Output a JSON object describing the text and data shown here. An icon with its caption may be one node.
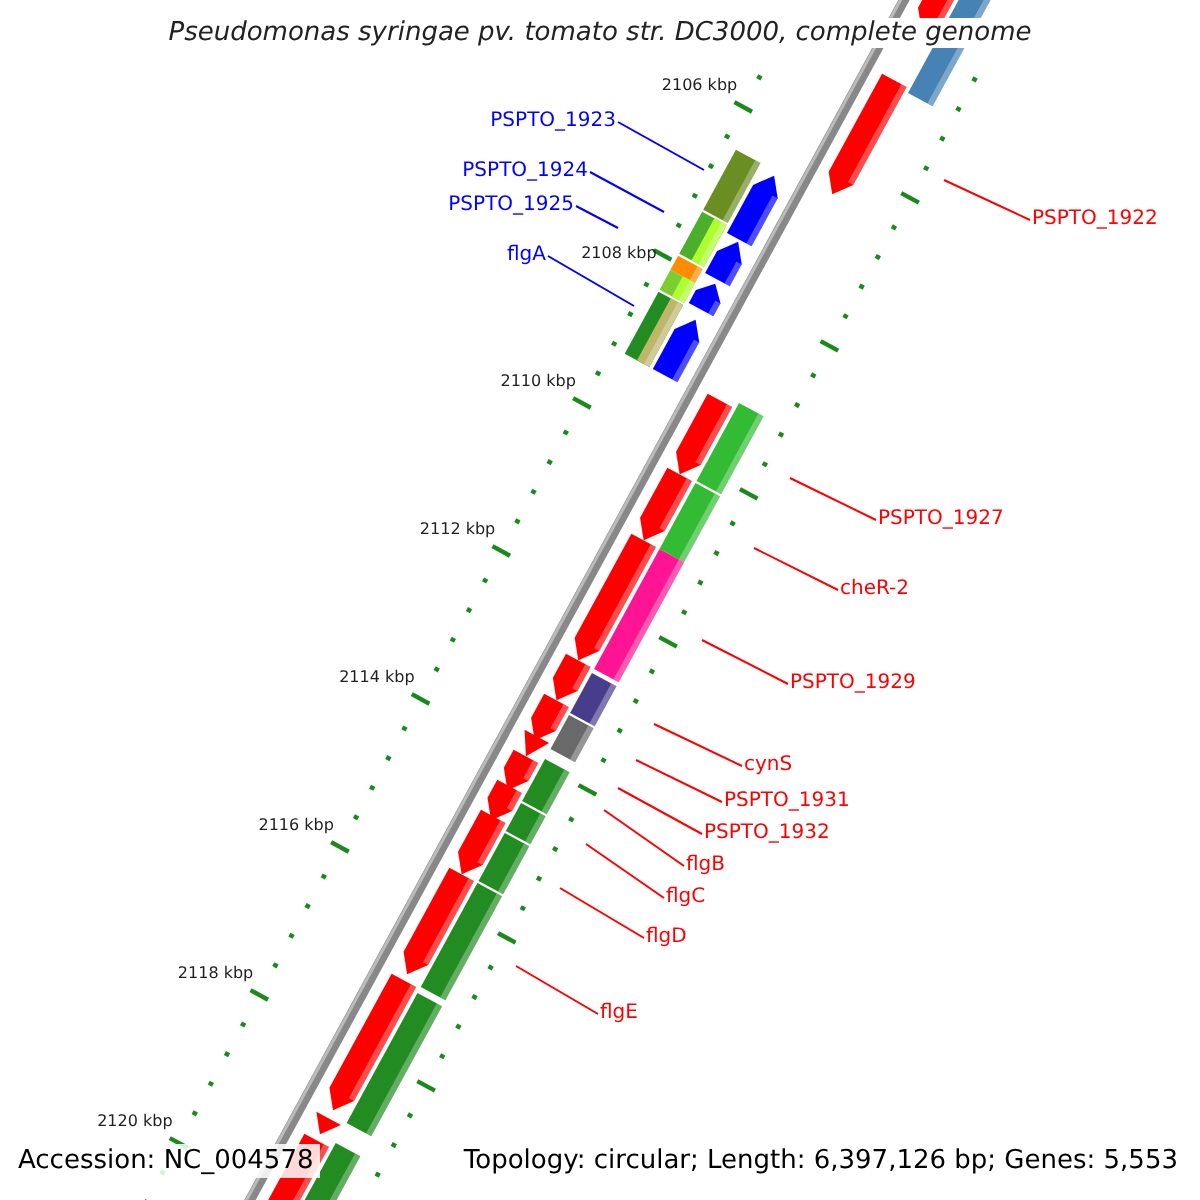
{
  "diagram": {
    "title": "Pseudomonas syringae pv. tomato str. DC3000, complete genome",
    "nodes": [
      {
        "text": [
          "PSPTO_1923"
        ]
      },
      {
        "text": [
          "PSPTO_1924"
        ]
      },
      {
        "text": [
          "PSPTO_1925"
        ]
      },
      {
        "text": [
          "PSPTO_1922"
        ]
      },
      {
        "text": [
          "flgA"
        ]
      },
      {
        "text": [
          "PSPTO_1927"
        ]
      },
      {
        "text": [
          "cheR-2"
        ]
      },
      {
        "text": [
          "PSPTO_1929"
        ]
      },
      {
        "text": [
          "cynS"
        ]
      },
      {
        "text": [
          "PSPTO_1931"
        ]
      },
      {
        "text": [
          "PSPTO_1932"
        ]
      },
      {
        "text": [
          "flgB"
        ]
      },
      {
        "text": [
          "flgC"
        ]
      },
      {
        "text": [
          "flgD"
        ]
      },
      {
        "text": [
          "flgE"
        ]
      }
    ],
    "edges": [
      {
        "from": 0,
        "to": null,
        "arrow": "none",
        "color": "#0000ff"
      },
      {
        "from": 1,
        "to": null,
        "arrow": "none",
        "color": "#0000ff"
      },
      {
        "from": 2,
        "to": null,
        "arrow": "none",
        "color": "#0000ff"
      },
      {
        "from": 3,
        "to": null,
        "arrow": "none"
      },
      {
        "from": 4,
        "to": null,
        "arrow": "none",
        "color": "#0000ff"
      },
      {
        "from": 5,
        "to": null,
        "arrow": "none"
      },
      {
        "from": 6,
        "to": null,
        "arrow": "none"
      },
      {
        "from": 7,
        "to": null,
        "arrow": "none"
      },
      {
        "from": 8,
        "to": null,
        "arrow": "none"
      },
      {
        "from": 9,
        "to": null,
        "arrow": "none"
      },
      {
        "from": 10,
        "to": null,
        "arrow": "none"
      },
      {
        "from": 11,
        "to": null,
        "arrow": "none"
      },
      {
        "from": 12,
        "to": null,
        "arrow": "none"
      },
      {
        "from": 13,
        "to": null,
        "arrow": "none"
      },
      {
        "from": 14,
        "to": null,
        "arrow": "none"
      }
    ],
    "labels": [
      "2106 kbp",
      "2108 kbp",
      "2110 kbp",
      "2112 kbp",
      "2114 kbp",
      "2116 kbp",
      "2118 kbp",
      "2120 kbp",
      "Accession: NC_004578",
      "Topology: circular; Length: 6,397,126 bp; Genes: 5,553"
    ]
  }
}
